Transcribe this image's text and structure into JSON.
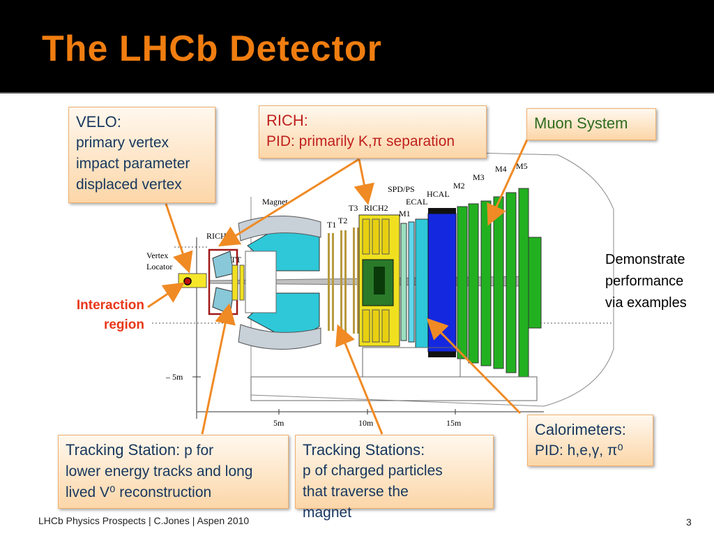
{
  "slide": {
    "title": "The LHCb Detector",
    "footer": "LHCb Physics Prospects | C.Jones | Aspen 2010",
    "page_number": "3"
  },
  "callouts": {
    "velo": {
      "heading": "VELO:",
      "lines": [
        "primary vertex",
        "impact parameter",
        "displaced vertex"
      ]
    },
    "rich": {
      "heading": "RICH:",
      "line": "PID: primarily K,π separation"
    },
    "muon": {
      "text": "Muon System"
    },
    "calorimeters": {
      "heading": "Calorimeters:",
      "line": "PID: h,e,γ, π⁰"
    },
    "tracking_station": {
      "heading": "Tracking Station:",
      "line1": " p for",
      "line2": "lower energy tracks and long",
      "line3": "lived V⁰ reconstruction"
    },
    "tracking_stations": {
      "heading": "Tracking Stations:",
      "lines": [
        "p of charged particles",
        "that traverse the",
        "magnet"
      ]
    }
  },
  "side_note": [
    "Demonstrate",
    "performance",
    "via examples"
  ],
  "interaction_region": [
    "Interaction",
    "region"
  ],
  "diagram_labels": {
    "magnet": "Magnet",
    "rich1": "RICH1",
    "vertex": "Vertex",
    "locator": "Locator",
    "tt": "TT",
    "t1": "T1",
    "t2": "T2",
    "t3": "T3",
    "rich2": "RICH2",
    "m1": "M1",
    "spdps": "SPD/PS",
    "ecal": "ECAL",
    "hcal": "HCAL",
    "m2": "M2",
    "m3": "M3",
    "m4": "M4",
    "m5": "M5",
    "minus5m": "– 5m",
    "x5m": "5m",
    "x10m": "10m",
    "x15m": "15m"
  },
  "colors": {
    "title": "#f07d10",
    "arrow": "#f08a24",
    "magnet": "#2ec8d8",
    "ecal": "#1428e0",
    "muon": "#22b020",
    "rich_tracker": "#f0e020"
  }
}
